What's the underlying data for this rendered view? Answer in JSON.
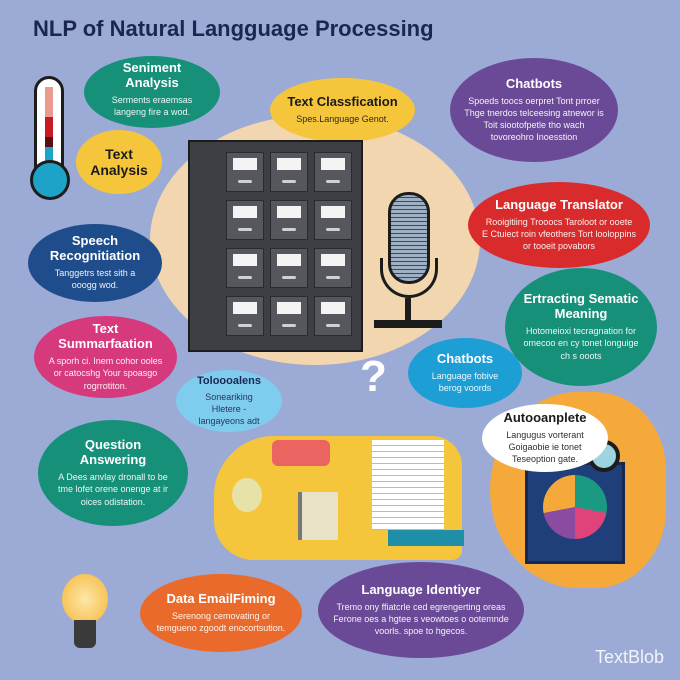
{
  "title": "NLP of Natural Langguage Processing",
  "bubbles": {
    "sentiment": {
      "heading": "Seniment Analysis",
      "body": "Serments eraemsas langeng fire a wod."
    },
    "text_analysis": {
      "heading": "Text Analysis"
    },
    "text_classification": {
      "heading": "Text Classfication",
      "body": "Spes.Language Genot."
    },
    "chatbots_top": {
      "heading": "Chatbots",
      "body": "Spoeds toocs oerpret Tont prroer Thge tnerdos telceesing atnewor is Toit siootofpetle tho wach tovoreohro Inoesstion"
    },
    "translator": {
      "heading": "Language Translator",
      "body": "Rooigitiing Trooocs Taroloot or ooete E Ctuiect roin vfeothers Tort looloppins or tooeit povabors"
    },
    "semantic": {
      "heading": "Ertracting Sematic Meaning",
      "body": "Hotomeioxi tecragnation for omecoo en cy tonet longuige ch s ooots"
    },
    "speech": {
      "heading": "Speech Recognitiation",
      "body": "Tanggetrs test sith a ooogg wod."
    },
    "summarization": {
      "heading": "Text Summarfaation",
      "body": "A sporh ci. Inem cohor ooles or catocshg Your spoasgo rogrrotiton."
    },
    "tokenization": {
      "heading": "Toloooalens",
      "body": "Soneariking Hletere - langayeons adt"
    },
    "chatbots_mid": {
      "heading": "Chatbots",
      "body": "Language fobive berog voords"
    },
    "question": {
      "heading": "Question Answering",
      "body": "A Dees anvlay dronall to be tme lofet orene onenge at ir oices odistation."
    },
    "autocomplete": {
      "heading": "Autooanplete",
      "body": "Langugus vorterant Goigaobie ie tonet Teseoption gate."
    },
    "email": {
      "heading": "Data EmailFiming",
      "body": "Serenong cemovating or temgueno zgoodt enocortsution."
    },
    "identifier": {
      "heading": "Language Identiyer",
      "body": "Tremo ony ffiatcrle ced egrengerting oreas Ferone oes a hgtee s veowtoes o ootemnde voorls. spoe to hgecos."
    }
  },
  "brand": "TextBlob",
  "colors": {
    "background": "#9caad6",
    "teal": "#17907a",
    "yellow": "#f5c63c",
    "purple": "#6a4a97",
    "red": "#d92b2b",
    "navy": "#1f4d8c",
    "pink": "#d6397c",
    "orange": "#ea6a2c"
  }
}
